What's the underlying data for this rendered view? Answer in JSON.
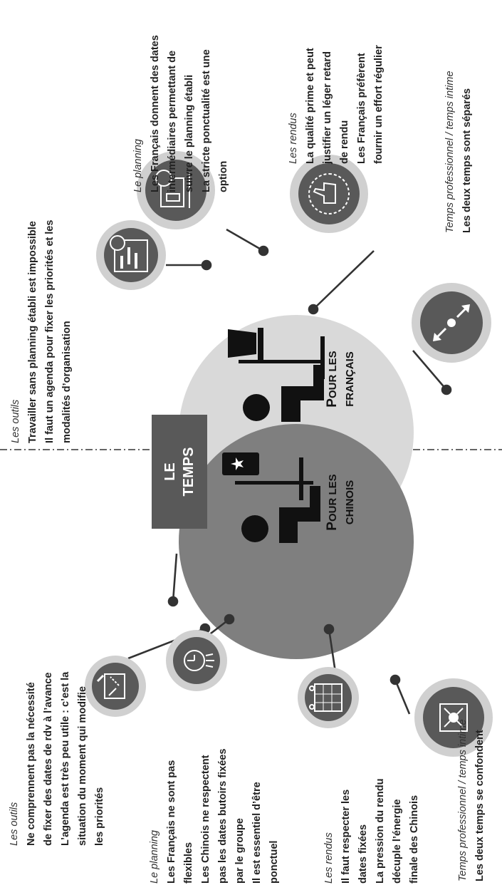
{
  "title_box": {
    "line1": "LE",
    "line2": "TEMPS"
  },
  "chinois_label": {
    "initial": "P",
    "rest": "OUR LES",
    "line2": "CHINOIS"
  },
  "francais_label": {
    "initial": "P",
    "rest": "OUR LES",
    "line2": "FRANÇAIS"
  },
  "chinois": {
    "outils": {
      "title": "Les outils",
      "lines": [
        "Ne comprennent pas la nécessité",
        "de fixer des dates de rdv à l’avance",
        "L’agenda est très peu utile : c’est la",
        "situation du moment qui modifie",
        "les priorités"
      ]
    },
    "planning": {
      "title": "Le planning",
      "lines": [
        "Les Français ne sont pas",
        "flexibles",
        "Les Chinois ne respectent",
        "pas les dates butoirs fixées",
        "par le groupe",
        "Il est essentiel d’être",
        "ponctuel"
      ]
    },
    "rendus": {
      "title": "Les rendus",
      "lines": [
        "Il faut respecter les",
        "dates fixées",
        "La pression du rendu",
        "décuple l’énergie",
        "finale des Chinois"
      ]
    },
    "temps": {
      "title": "Temps professionnel / temps intime",
      "lines": [
        "Les deux temps se confondent"
      ]
    }
  },
  "francais": {
    "outils": {
      "title": "Les outils",
      "lines": [
        "Travailler sans planning établi est impossible",
        "Il faut un agenda pour fixer les priorités et les",
        "modalités d’organisation"
      ]
    },
    "planning": {
      "title": "Le planning",
      "lines": [
        "Les Français donnent des dates",
        "intermédiaires permettant de",
        "suivre le planning établi",
        "La stricte ponctualité est une",
        "option"
      ]
    },
    "rendus": {
      "title": "Les rendus",
      "lines": [
        "La qualité prime et peut",
        "justifier un léger retard",
        "de rendu",
        "Les Français préfèrent",
        "fournir un effort régulier"
      ]
    },
    "temps": {
      "title": "Temps professionnel / temps intime",
      "lines": [
        "Les deux temps sont séparés"
      ]
    }
  },
  "icons": {
    "ch_outils": "planning-board-icon",
    "ch_planning": "clock-icon",
    "ch_rendus": "calendar-icon",
    "ch_temps": "merge-arrows-icon",
    "fr_outils": "gantt-clock-icon",
    "fr_planning": "desk-clock-icon",
    "fr_rendus": "thumbs-up-icon",
    "fr_temps": "separate-arrows-icon",
    "chinese_person": "person-desk-flag-icon",
    "french_person": "person-desk-computer-icon"
  },
  "colors": {
    "chinois_circle": "#7f7f7f",
    "francais_circle": "#d9d9d9",
    "icon_ring": "#d0d0d0",
    "icon_fill": "#595959",
    "title_box": "#595959"
  }
}
